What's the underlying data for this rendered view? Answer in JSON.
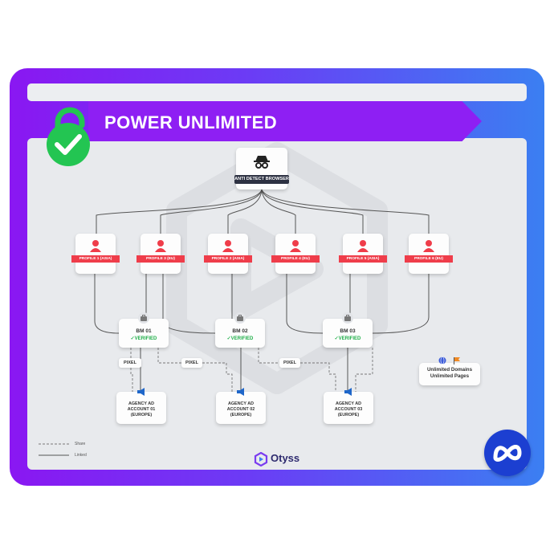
{
  "banner": {
    "title": "POWER UNLIMITED"
  },
  "hub": {
    "label": "ANTI DETECT BROWSER"
  },
  "profiles": [
    {
      "label": "PROFILE 1 (ASIA)"
    },
    {
      "label": "PROFILE 3 (EU)"
    },
    {
      "label": "PROFILE 2 (ASIA)"
    },
    {
      "label": "PROFILE 4 (EU)"
    },
    {
      "label": "PROFILE 5 (ASIA)"
    },
    {
      "label": "PROFILE 6 (EU)"
    }
  ],
  "business_managers": [
    {
      "title": "BM 01",
      "status": "VERIFIED"
    },
    {
      "title": "BM 02",
      "status": "VERIFIED"
    },
    {
      "title": "BM 03",
      "status": "VERIFIED"
    }
  ],
  "pixel_labels": [
    "PIXEL",
    "PIXEL",
    "PIXEL"
  ],
  "agency_accounts": [
    {
      "line1": "AGENCY AD",
      "line2": "ACCOUNT 01",
      "line3": "(EUROPE)"
    },
    {
      "line1": "AGENCY AD",
      "line2": "ACCOUNT 02",
      "line3": "(EUROPE)"
    },
    {
      "line1": "AGENCY AD",
      "line2": "ACCOUNT 03",
      "line3": "(EUROPE)"
    }
  ],
  "unlimited": {
    "line1": "Unlimited Domains",
    "line2": "Unlimited Pages"
  },
  "legend": {
    "share": "Share",
    "linked": "Linked"
  },
  "brand": {
    "name": "Otyss"
  },
  "colors": {
    "frame_start": "#8a17f2",
    "frame_end": "#3b7ff2",
    "banner": "#8e1ff3",
    "profile_red": "#ef3d4a",
    "verified_green": "#22b04b",
    "lock_green": "#23c552",
    "meta_blue": "#1c3fd1"
  }
}
